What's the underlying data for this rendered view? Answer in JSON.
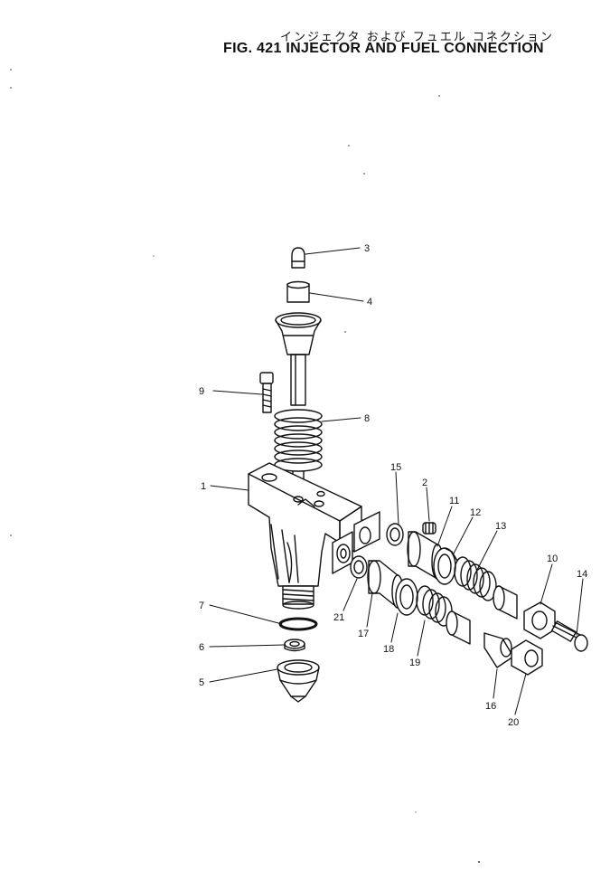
{
  "title": {
    "japanese": "インジェクタ および フュエル コネクション",
    "english": "FIG. 421  INJECTOR AND FUEL CONNECTION"
  },
  "callouts": [
    "1",
    "2",
    "3",
    "4",
    "5",
    "6",
    "7",
    "8",
    "9",
    "10",
    "11",
    "12",
    "13",
    "14",
    "15",
    "16",
    "17",
    "18",
    "19",
    "20",
    "21"
  ]
}
